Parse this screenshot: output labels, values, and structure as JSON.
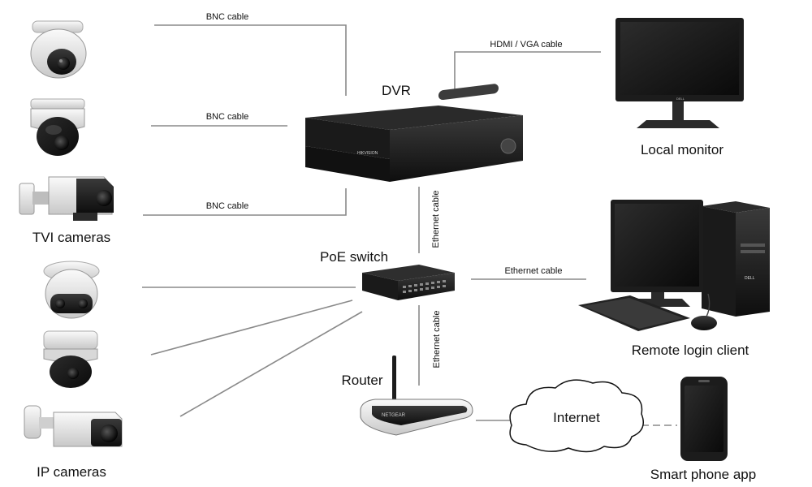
{
  "labels": {
    "tvi_cameras": "TVI cameras",
    "ip_cameras": "IP cameras",
    "dvr": "DVR",
    "local_monitor": "Local monitor",
    "poe_switch": "PoE switch",
    "remote_login_client": "Remote login client",
    "router": "Router",
    "internet": "Internet",
    "smart_phone_app": "Smart phone app"
  },
  "cables": {
    "bnc_1": "BNC cable",
    "bnc_2": "BNC cable",
    "bnc_3": "BNC cable",
    "hdmi_vga": "HDMI / VGA cable",
    "ethernet_dvr_switch": "Ethernet cable",
    "ethernet_switch_client": "Ethernet cable",
    "ethernet_switch_router": "Ethernet cable"
  },
  "device_markings": {
    "dvr_brand": "HIKVISION",
    "router_brand": "NETGEAR",
    "monitor_brand": "DELL",
    "pc_brand": "DELL"
  },
  "colors": {
    "line": "#8a8a8a",
    "device_dark": "#1e1e1e",
    "device_light": "#e6e6e6"
  }
}
